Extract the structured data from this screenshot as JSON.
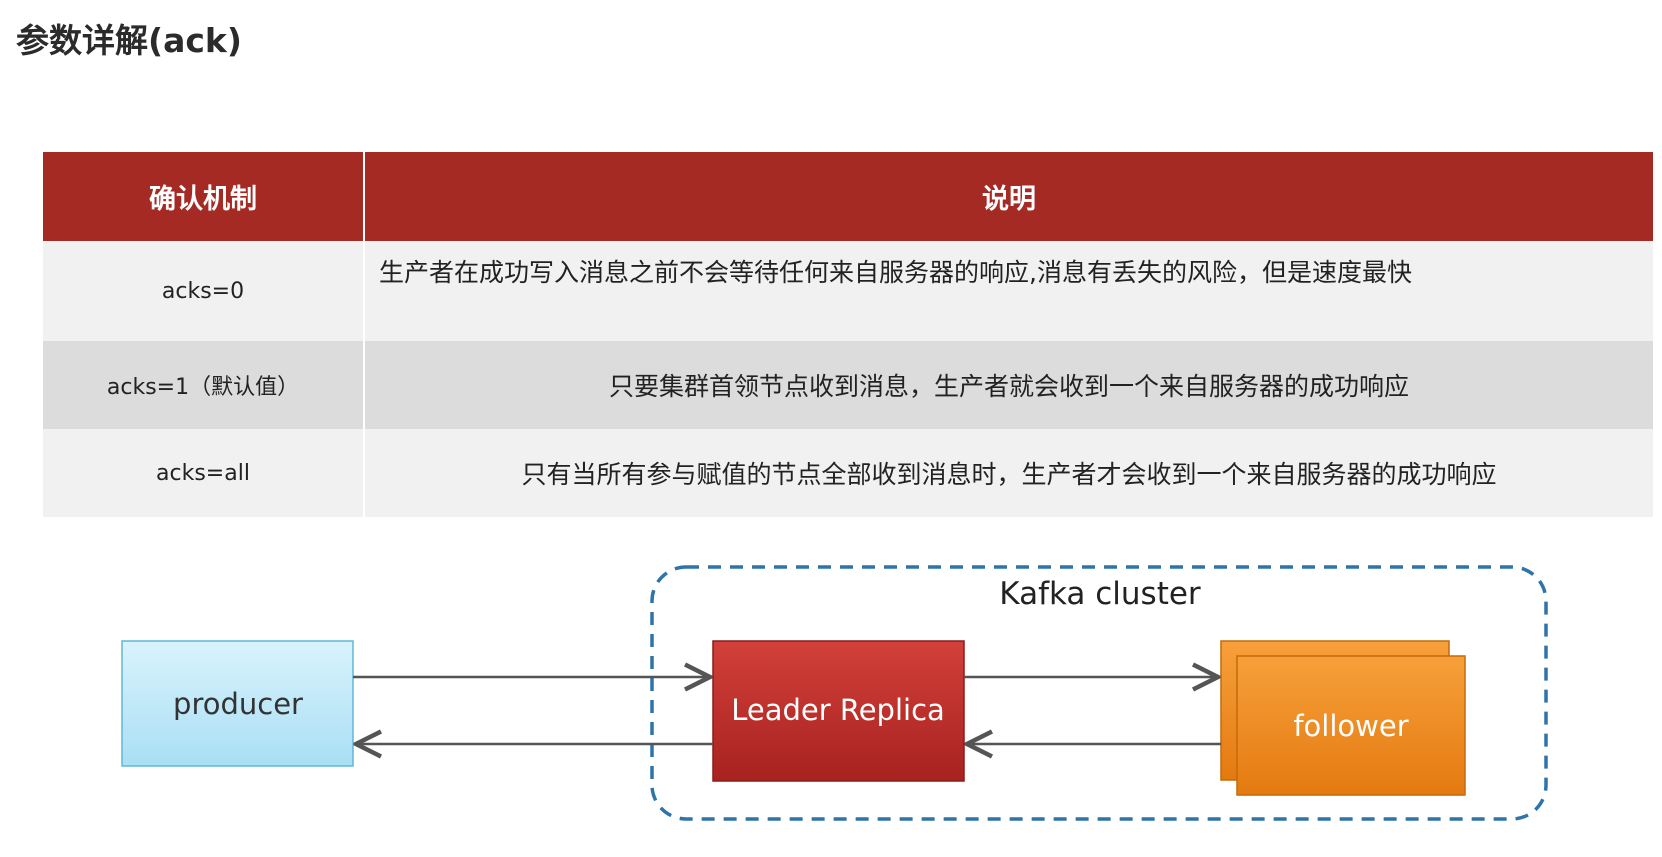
{
  "title": "参数详解(ack)",
  "table": {
    "headers": [
      "确认机制",
      "说明"
    ],
    "rows": [
      {
        "mechanism": "acks=0",
        "description": "生产者在成功写入消息之前不会等待任何来自服务器的响应,消息有丢失的风险，但是速度最快"
      },
      {
        "mechanism": "acks=1（默认值）",
        "description": "只要集群首领节点收到消息，生产者就会收到一个来自服务器的成功响应"
      },
      {
        "mechanism": "acks=all",
        "description": "只有当所有参与赋值的节点全部收到消息时，生产者才会收到一个来自服务器的成功响应"
      }
    ],
    "colors": {
      "header_bg": "#a52a24",
      "header_text": "#ffffff",
      "row_light": "#f1f1f1",
      "row_dark": "#dcdcdc"
    }
  },
  "diagram": {
    "cluster_label": "Kafka cluster",
    "producer_label": "producer",
    "leader_label": "Leader Replica",
    "follower_label": "follower",
    "colors": {
      "producer_fill": "#c6ecfa",
      "producer_stroke": "#5fb8d8",
      "leader_fill": "#c0302c",
      "follower_fill": "#f08a1c",
      "cluster_border": "#2e74a8",
      "arrow": "#555555"
    }
  }
}
